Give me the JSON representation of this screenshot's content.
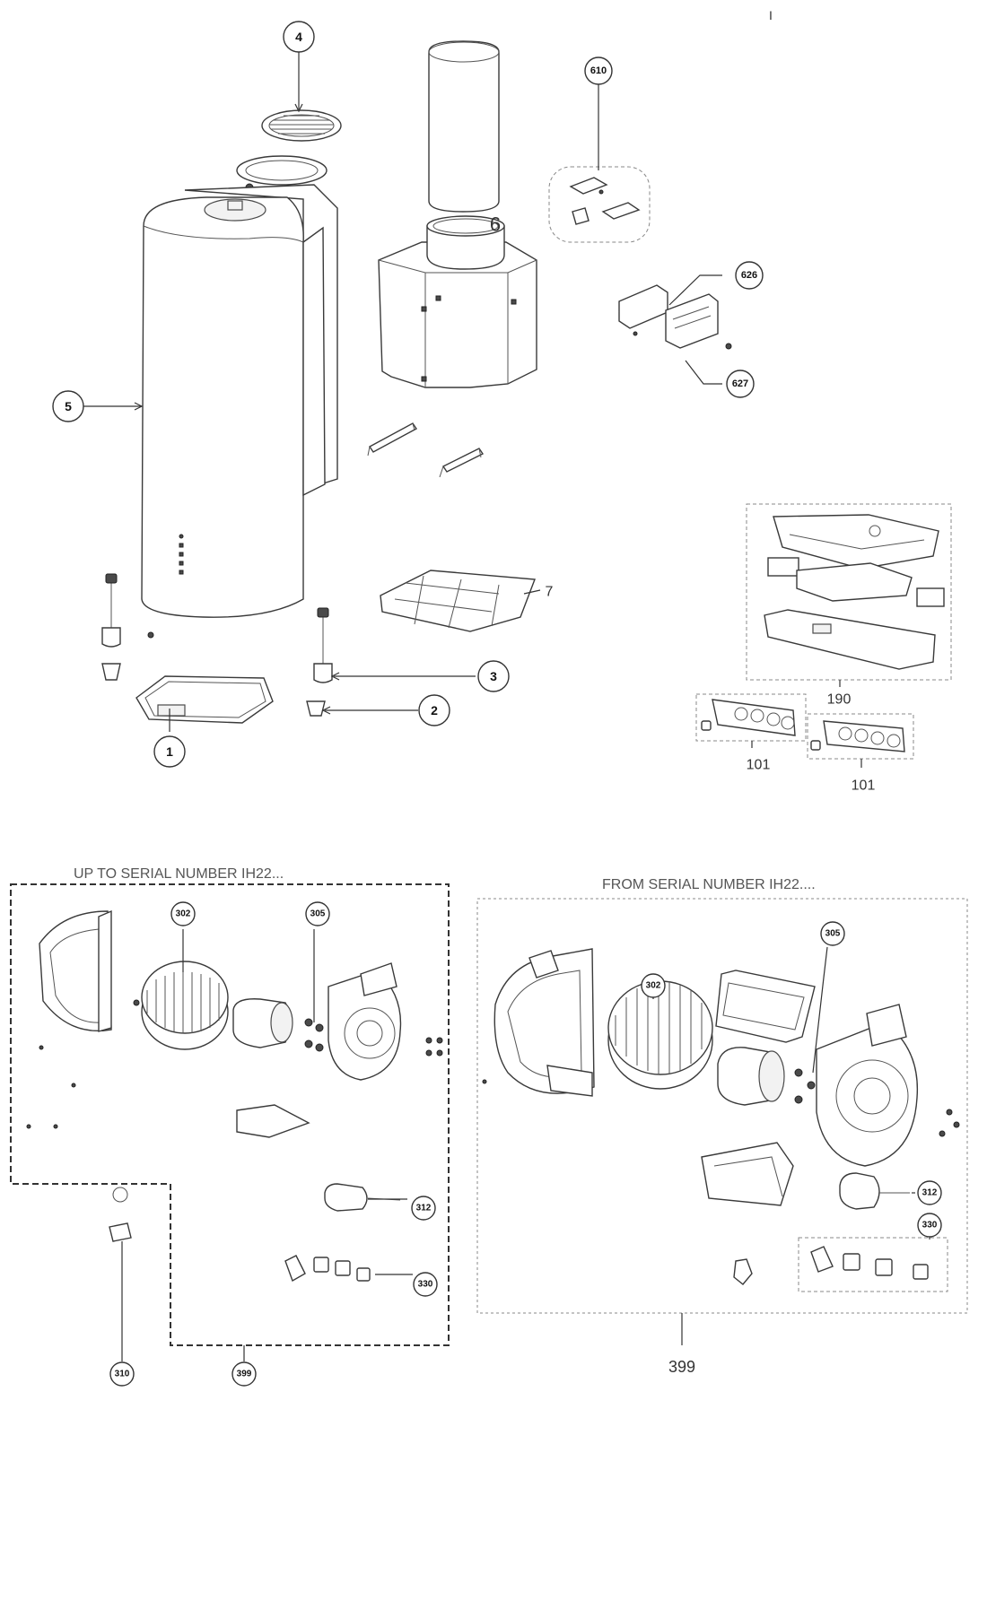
{
  "sections": {
    "left_heading": "UP TO SERIAL NUMBER IH22...",
    "right_heading": "FROM SERIAL NUMBER IH22...."
  },
  "corner_mark": "I",
  "callouts": {
    "c4": "4",
    "c610": "610",
    "c626": "626",
    "c627": "627",
    "c5": "5",
    "c3": "3",
    "c2": "2",
    "c1": "1",
    "c302a": "302",
    "c305a": "305",
    "c312a": "312",
    "c330a": "330",
    "c310": "310",
    "c399a": "399",
    "c305b": "305",
    "c302b": "302",
    "c312b": "312",
    "c330b": "330"
  },
  "labels": {
    "l6": "6",
    "l7": "7",
    "l190": "190",
    "l101a": "101",
    "l101b": "101",
    "l399b": "399"
  }
}
